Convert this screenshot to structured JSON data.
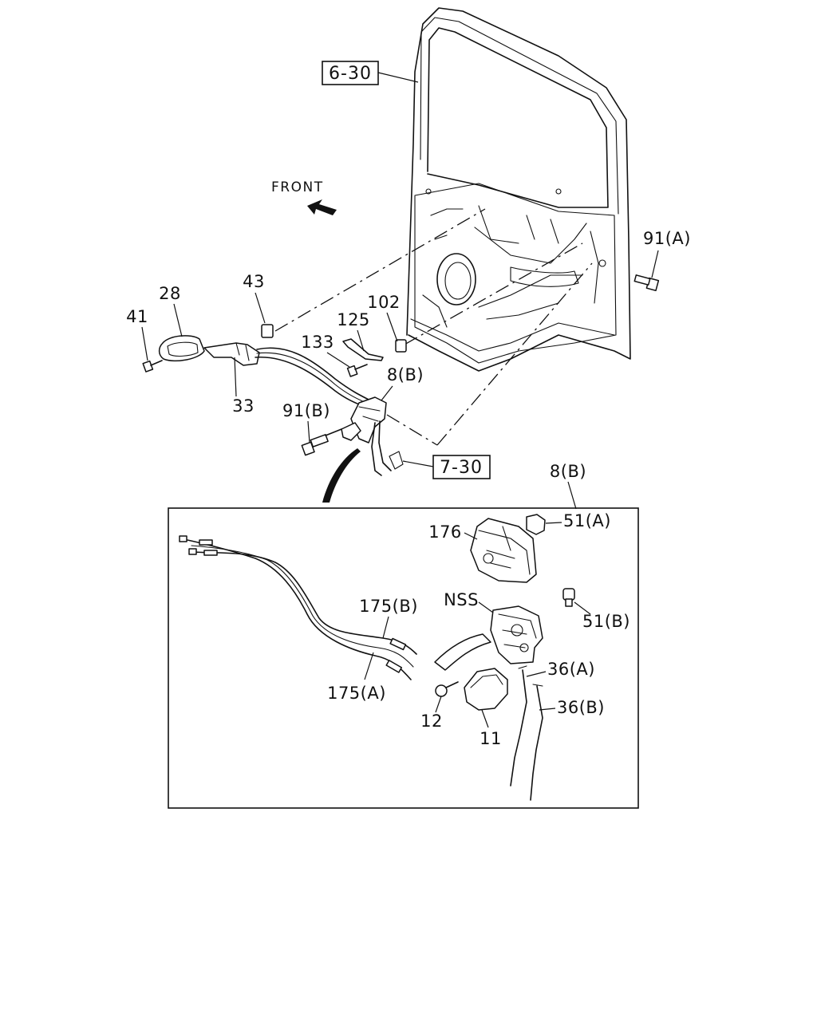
{
  "diagram": {
    "direction_label": "FRONT",
    "refs": {
      "door_ref": "6-30",
      "latch_ref": "7-30"
    },
    "parts": [
      {
        "id": "p41",
        "label": "41"
      },
      {
        "id": "p28",
        "label": "28"
      },
      {
        "id": "p43",
        "label": "43"
      },
      {
        "id": "p33",
        "label": "33"
      },
      {
        "id": "p133",
        "label": "133"
      },
      {
        "id": "p125",
        "label": "125"
      },
      {
        "id": "p102",
        "label": "102"
      },
      {
        "id": "p8b_top",
        "label": "8(B)"
      },
      {
        "id": "p91b",
        "label": "91(B)"
      },
      {
        "id": "p91a",
        "label": "91(A)"
      },
      {
        "id": "p8b_detail",
        "label": "8(B)"
      },
      {
        "id": "p176",
        "label": "176"
      },
      {
        "id": "p51a",
        "label": "51(A)"
      },
      {
        "id": "p51b",
        "label": "51(B)"
      },
      {
        "id": "pnss",
        "label": "NSS"
      },
      {
        "id": "p175b",
        "label": "175(B)"
      },
      {
        "id": "p175a",
        "label": "175(A)"
      },
      {
        "id": "p36a",
        "label": "36(A)"
      },
      {
        "id": "p36b",
        "label": "36(B)"
      },
      {
        "id": "p12",
        "label": "12"
      },
      {
        "id": "p11",
        "label": "11"
      }
    ]
  }
}
